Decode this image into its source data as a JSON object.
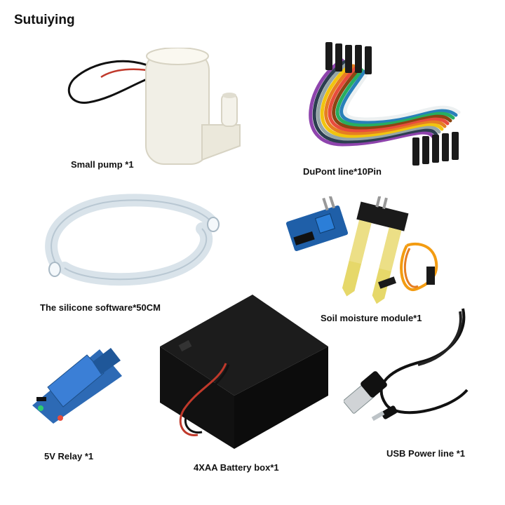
{
  "brand": "Sutuiying",
  "items": [
    {
      "label": "Small pump *1",
      "icon": "pump-icon"
    },
    {
      "label": "DuPont line*10Pin",
      "icon": "dupont-cable-icon"
    },
    {
      "label": "The silicone software*50CM",
      "icon": "silicone-tube-icon"
    },
    {
      "label": "Soil moisture module*1",
      "icon": "soil-sensor-icon"
    },
    {
      "label": "5V Relay *1",
      "icon": "relay-icon"
    },
    {
      "label": "4XAA Battery box*1",
      "icon": "battery-box-icon"
    },
    {
      "label": "USB Power line *1",
      "icon": "usb-cable-icon"
    }
  ]
}
